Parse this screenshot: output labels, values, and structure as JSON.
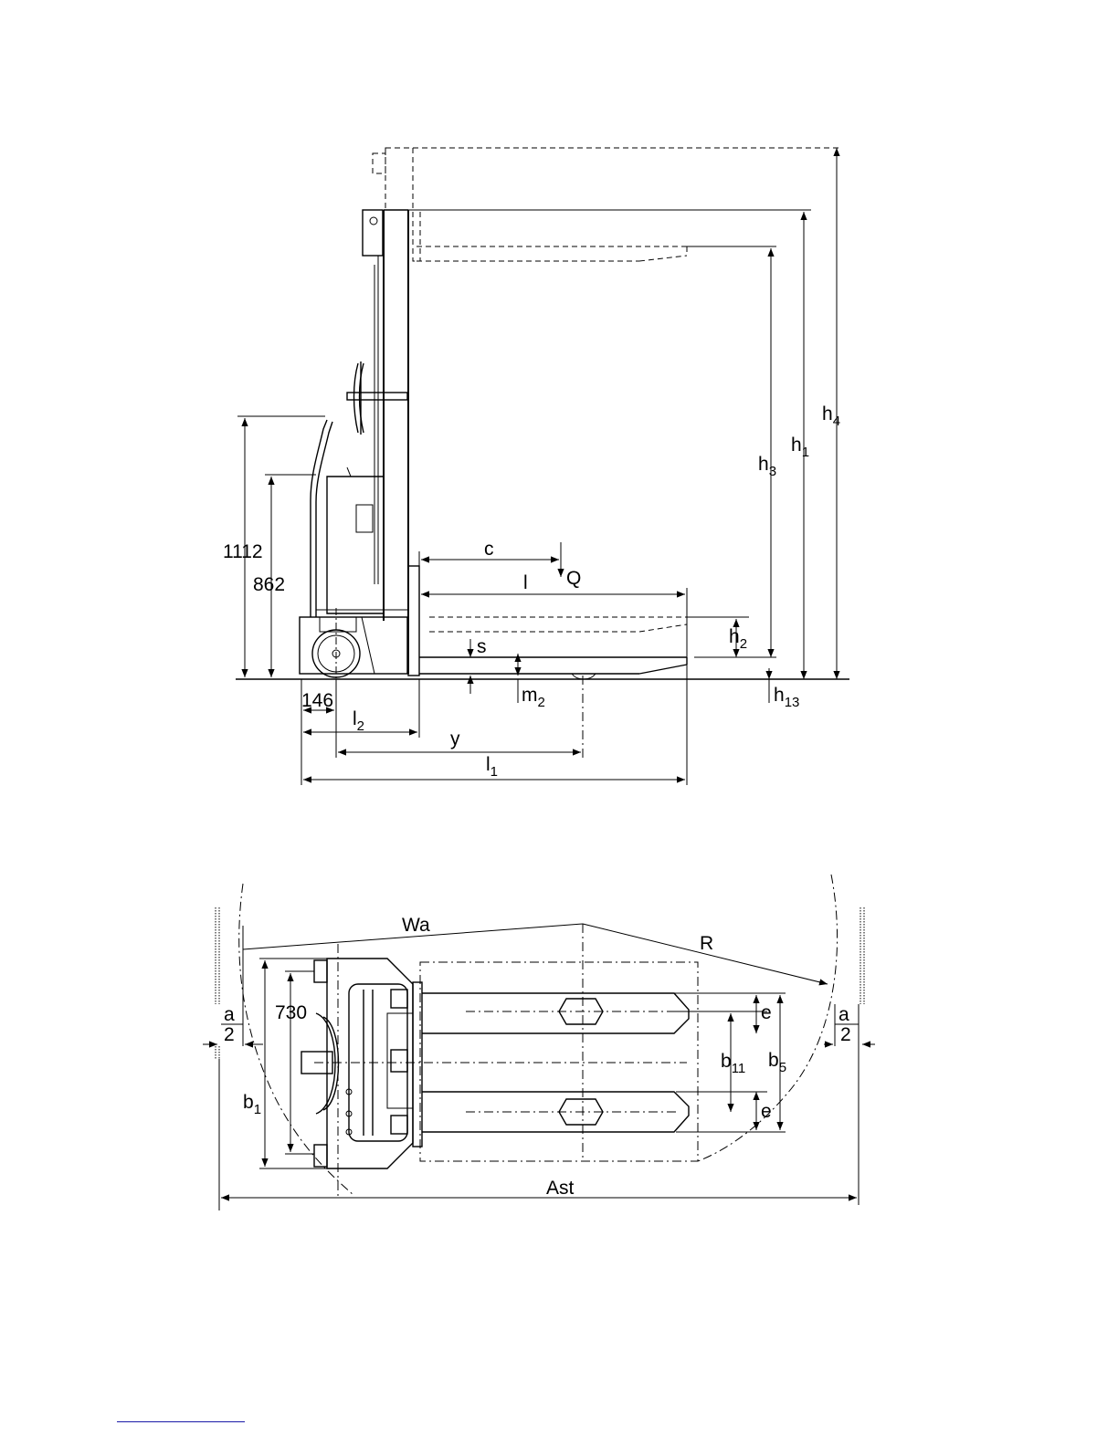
{
  "side_view": {
    "labels": {
      "h4": "h",
      "h4_sub": "4",
      "h1": "h",
      "h1_sub": "1",
      "h3": "h",
      "h3_sub": "3",
      "h2": "h",
      "h2_sub": "2",
      "h13": "h",
      "h13_sub": "13",
      "c": "c",
      "l": "l",
      "Q": "Q",
      "s": "s",
      "m2": "m",
      "m2_sub": "2",
      "l2": "l",
      "l2_sub": "2",
      "y": "y",
      "l1": "l",
      "l1_sub": "1"
    },
    "dimensions": {
      "overall_height": "1112",
      "handle_height": "862",
      "front_offset": "146"
    }
  },
  "top_view": {
    "labels": {
      "Wa": "Wa",
      "R": "R",
      "a_left": "a",
      "two_left": "2",
      "a_right": "a",
      "two_right": "2",
      "e_top": "e",
      "e_bottom": "e",
      "b11": "b",
      "b11_sub": "11",
      "b5": "b",
      "b5_sub": "5",
      "b1": "b",
      "b1_sub": "1",
      "Ast": "Ast"
    },
    "dimensions": {
      "chassis_width": "730"
    }
  }
}
